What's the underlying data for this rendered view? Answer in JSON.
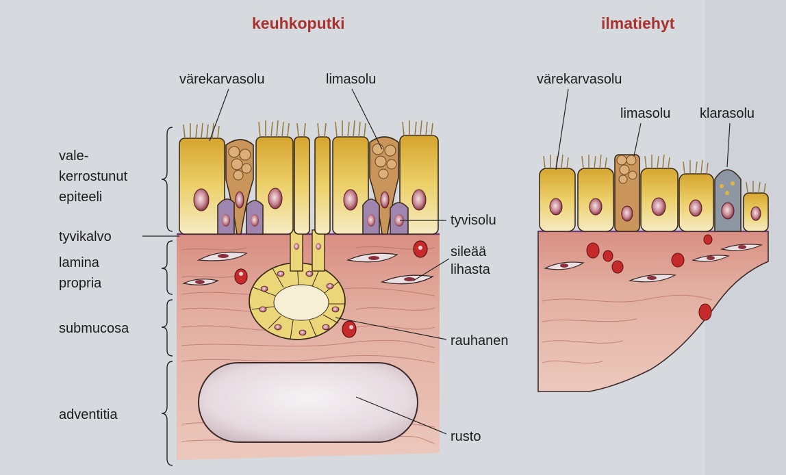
{
  "titles": {
    "bronchus": "keuhkoputki",
    "bronchiole": "ilmatiehyt"
  },
  "bronchus_labels": {
    "ciliated_cell": "värekarvasolu",
    "goblet_cell": "limasolu",
    "epithelium_line1": "vale-",
    "epithelium_line2": "kerrostunut",
    "epithelium_line3": "epiteeli",
    "basement_membrane": "tyvikalvo",
    "lamina_line1": "lamina",
    "lamina_line2": "propria",
    "submucosa": "submucosa",
    "adventitia": "adventitia",
    "basal_cell": "tyvisolu",
    "smooth_muscle_line1": "sileää",
    "smooth_muscle_line2": "lihasta",
    "gland": "rauhanen",
    "cartilage": "rusto"
  },
  "bronchiole_labels": {
    "ciliated_cell": "värekarvasolu",
    "goblet_cell": "limasolu",
    "club_cell": "klarasolu"
  },
  "colors": {
    "background": "#d6d9de",
    "title": "#a8322e",
    "epithelium": "#e8c24e",
    "goblet": "#c9955a",
    "basal": "#9e86b0",
    "club": "#8d96a3",
    "nucleus": "#8a2f3c",
    "tissue": "#e2b0a0",
    "cartilage": "#eadfe2",
    "rbc": "#c62a2a"
  },
  "icons": [
    "ciliated-cell-icon",
    "goblet-cell-icon",
    "basal-cell-icon",
    "club-cell-icon",
    "gland-icon",
    "cartilage-icon",
    "fibroblast-icon",
    "red-blood-cell-icon"
  ]
}
